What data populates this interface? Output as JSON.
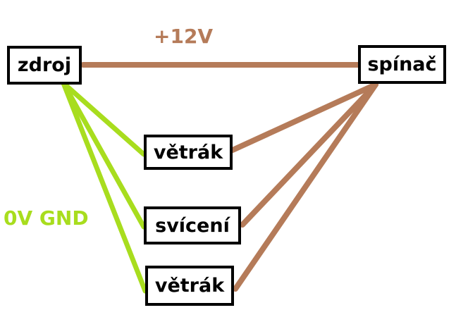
{
  "colors": {
    "positive_wire": "#b57b59",
    "ground_wire": "#a8dd1e",
    "box_border": "#000000",
    "background": "#ffffff"
  },
  "labels": {
    "positive": "+12V",
    "ground": "0V GND"
  },
  "nodes": {
    "zdroj": "zdroj",
    "spinac": "spínač",
    "vetrak_top": "větrák",
    "sviceni": "svícení",
    "vetrak_bottom": "větrák"
  }
}
